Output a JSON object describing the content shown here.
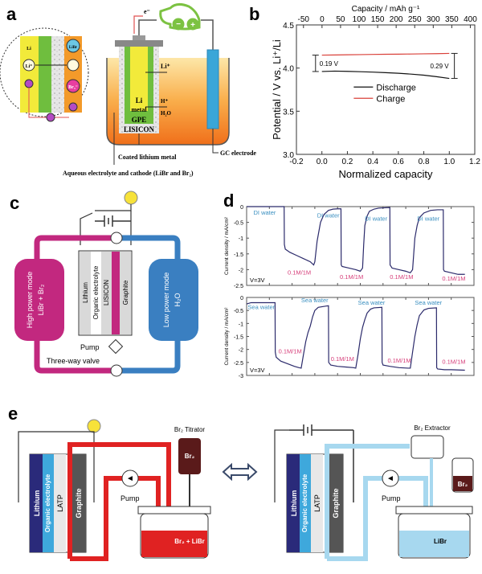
{
  "panel_labels": {
    "a": "a",
    "b": "b",
    "c": "c",
    "d": "d",
    "e": "e"
  },
  "panel_a": {
    "electron": "e⁻",
    "li_ion": "Li⁺",
    "li_metal_line1": "Li",
    "li_metal_line2": "metal",
    "h_ion": "H⁺",
    "water": "H₂O",
    "gpe": "GPE",
    "lisicon": "LISICON",
    "coated_label": "Coated lithium metal",
    "electrolyte_label": "Aqueous electrolyte and cathode (LiBr and Br₂)",
    "gc_label": "GC electrode",
    "inset": {
      "li": "Li",
      "li_plus": "Li⁺",
      "e": "e",
      "libr": "LiBr",
      "br3": "Br₃⁻",
      "plus": "+"
    },
    "colors": {
      "electrolyte_top": "#fde49a",
      "electrolyte_bottom": "#f07a1e",
      "li_yellow": "#f2ea3a",
      "gpe_green": "#6fbe3e",
      "electrode_blue": "#3aa6d8",
      "car_green": "#7cc242"
    }
  },
  "panel_c": {
    "lithium": "Lithium",
    "organic": "Organic electrolyte",
    "lisicon": "LISICON",
    "graphite": "Graphite",
    "high_mode_1": "High power mode",
    "high_mode_2": "LiBr + Br₂",
    "low_mode_1": "Low power mode",
    "low_mode_2": "H₂O",
    "pump": "Pump",
    "valve": "Three-way valve",
    "colors": {
      "magenta": "#c2287f",
      "blue": "#3a7fc1"
    }
  },
  "panel_e": {
    "left": {
      "lithium": "Lithium",
      "organic": "Organic electrolyte",
      "latp": "LATP",
      "graphite": "Graphite",
      "pump": "Pump",
      "titrator": "Br₂ Titrator",
      "bottle": "Br₂",
      "solution": "Br₂ + LiBr"
    },
    "right": {
      "lithium": "Lithium",
      "organic": "Organic electrolyte",
      "latp": "LATP",
      "graphite": "Graphite",
      "pump": "Pump",
      "extractor": "Br₂ Extractor",
      "bottle": "Br₂",
      "solution": "LiBr"
    },
    "colors": {
      "red": "#e02222",
      "lightblue": "#a7d8ef",
      "navy": "#2a2a7a",
      "sky": "#3ea8dc",
      "dark": "#4a4a4a",
      "brown": "#5a1a1a"
    }
  },
  "chart_data": [
    {
      "id": "b",
      "type": "line",
      "title": "",
      "xlabel": "Normalized capacity",
      "ylabel": "Potential / V vs. Li⁺/Li",
      "x2label": "Capacity / mAh g⁻¹",
      "xlim": [
        -0.2,
        1.2
      ],
      "ylim": [
        3.0,
        4.5
      ],
      "x2lim": [
        -69,
        412
      ],
      "xticks": [
        -0.2,
        0.0,
        0.2,
        0.4,
        0.6,
        0.8,
        1.0,
        1.2
      ],
      "xtick_labels": [
        "-0.2",
        "0.0",
        "0.2",
        "0.4",
        "0.6",
        "0.8",
        "1.0",
        "1.2"
      ],
      "yticks": [
        3.0,
        3.5,
        4.0,
        4.5
      ],
      "ytick_labels": [
        "3.0",
        "3.5",
        "4.0",
        "4.5"
      ],
      "x2ticks": [
        -50,
        0,
        50,
        100,
        150,
        200,
        250,
        300,
        350,
        400
      ],
      "x2tick_labels": [
        "-50",
        "0",
        "50",
        "100",
        "150",
        "200",
        "250",
        "300",
        "350",
        "400"
      ],
      "legend": {
        "position": "center",
        "entries": [
          "Discharge",
          "Charge"
        ]
      },
      "series": [
        {
          "name": "Discharge",
          "color": "#111111",
          "x": [
            0.0,
            0.1,
            0.2,
            0.3,
            0.4,
            0.5,
            0.6,
            0.7,
            0.8,
            0.9,
            1.0
          ],
          "y": [
            3.96,
            3.965,
            3.962,
            3.958,
            3.953,
            3.947,
            3.94,
            3.93,
            3.918,
            3.9,
            3.88
          ]
        },
        {
          "name": "Charge",
          "color": "#d9413a",
          "x": [
            0.0,
            0.1,
            0.2,
            0.3,
            0.4,
            0.5,
            0.6,
            0.7,
            0.8,
            0.9,
            1.0
          ],
          "y": [
            4.15,
            4.152,
            4.154,
            4.156,
            4.158,
            4.16,
            4.161,
            4.163,
            4.165,
            4.167,
            4.17
          ]
        }
      ],
      "annotations": [
        {
          "text": "0.19 V",
          "x": -0.05,
          "y_low": 3.96,
          "y_high": 4.15
        },
        {
          "text": "0.29 V",
          "x": 1.04,
          "y_low": 3.88,
          "y_high": 4.17
        }
      ]
    },
    {
      "id": "d-top",
      "type": "line",
      "ylabel": "Current density / mA/cm²",
      "ylim": [
        -2.5,
        0
      ],
      "yticks": [
        0,
        -0.5,
        -1,
        -1.5,
        -2,
        -2.5
      ],
      "ytick_labels": [
        "0",
        "-0.5",
        "-1",
        "-1.5",
        "-2",
        "-2.5"
      ],
      "xlim": [
        0,
        100
      ],
      "xticks": [
        10,
        20,
        30,
        40,
        50,
        60,
        70,
        80,
        90
      ],
      "note": "V=3V",
      "color": "#2b2a6b",
      "series": [
        {
          "name": "current",
          "x": [
            0,
            16.5,
            16.6,
            17,
            19,
            22,
            25,
            28,
            29.5,
            30,
            31,
            32.5,
            34,
            36,
            38,
            40,
            41.5,
            41.6,
            42,
            45,
            48,
            50,
            51,
            51.5,
            52,
            53,
            54,
            56,
            58,
            60,
            63,
            63.1,
            64,
            67,
            70,
            72,
            73,
            73.5,
            74,
            75,
            76,
            78,
            81,
            84,
            86.5,
            86.6,
            87,
            90,
            93,
            96
          ],
          "y": [
            0,
            0,
            -1.2,
            -1.35,
            -1.45,
            -1.55,
            -1.65,
            -1.75,
            -1.85,
            -1.75,
            -1.1,
            -0.5,
            -0.25,
            -0.12,
            -0.08,
            -0.07,
            -0.07,
            -1.85,
            -1.9,
            -1.95,
            -2.0,
            -2.05,
            -1.95,
            -1.2,
            -0.6,
            -0.3,
            -0.15,
            -0.08,
            -0.05,
            -0.04,
            -0.03,
            -1.85,
            -1.95,
            -2.0,
            -2.05,
            -2.1,
            -2.0,
            -1.5,
            -1.0,
            -0.6,
            -0.35,
            -0.2,
            -0.12,
            -0.1,
            -0.1,
            -2.0,
            -2.05,
            -2.1,
            -2.15,
            -2.15
          ]
        }
      ],
      "labels": [
        {
          "text": "DI water",
          "x": 3,
          "y": -0.25,
          "color": "#3a8fc0"
        },
        {
          "text": "DI water",
          "x": 31,
          "y": -0.35,
          "color": "#3a8fc0"
        },
        {
          "text": "DI water",
          "x": 52,
          "y": -0.45,
          "color": "#3a8fc0"
        },
        {
          "text": "DI water",
          "x": 75,
          "y": -0.45,
          "color": "#3a8fc0"
        },
        {
          "text": "0.1M/1M",
          "x": 18,
          "y": -2.15,
          "color": "#d63d79"
        },
        {
          "text": "0.1M/1M",
          "x": 41,
          "y": -2.3,
          "color": "#d63d79"
        },
        {
          "text": "0.1M/1M",
          "x": 63,
          "y": -2.3,
          "color": "#d63d79"
        },
        {
          "text": "0.1M/1M",
          "x": 86,
          "y": -2.35,
          "color": "#d63d79"
        }
      ]
    },
    {
      "id": "d-bottom",
      "type": "line",
      "ylabel": "Current density / mA/cm²",
      "ylim": [
        -3,
        0
      ],
      "yticks": [
        0,
        -0.5,
        -1,
        -1.5,
        -2,
        -2.5,
        -3
      ],
      "ytick_labels": [
        "0",
        "-0.5",
        "-1",
        "-1.5",
        "-2",
        "-2.5",
        "-3"
      ],
      "xlim": [
        0,
        100
      ],
      "xticks": [
        10,
        20,
        30,
        40,
        50,
        60,
        70,
        80,
        90
      ],
      "note": "V=3V",
      "color": "#2b2a6b",
      "series": [
        {
          "name": "current",
          "x": [
            0,
            2,
            12.5,
            12.6,
            13,
            15,
            18,
            21,
            23,
            24,
            25,
            26,
            27,
            28,
            29,
            30,
            31.5,
            35,
            36,
            36.1,
            37,
            40,
            44,
            47,
            48,
            49,
            50,
            51,
            52,
            53,
            54.5,
            56,
            59.5,
            59.6,
            60,
            63,
            67,
            71,
            72,
            73,
            74,
            75,
            76,
            78,
            80,
            83.5,
            83.6,
            84,
            87,
            90,
            96
          ],
          "y": [
            -0.25,
            -0.2,
            -0.2,
            -2.1,
            -2.3,
            -2.45,
            -2.55,
            -2.65,
            -2.7,
            -2.72,
            -2.2,
            -1.7,
            -1.35,
            -1.1,
            -0.75,
            -0.5,
            -0.38,
            -0.33,
            -0.32,
            -2.5,
            -2.6,
            -2.65,
            -2.68,
            -2.7,
            -2.72,
            -2.2,
            -1.6,
            -1.15,
            -0.85,
            -0.6,
            -0.45,
            -0.4,
            -0.38,
            -2.5,
            -2.6,
            -2.65,
            -2.7,
            -2.72,
            -2.72,
            -2.1,
            -1.5,
            -1.05,
            -0.7,
            -0.48,
            -0.42,
            -0.4,
            -2.7,
            -2.75,
            -2.78,
            -2.78,
            -2.8
          ]
        }
      ],
      "labels": [
        {
          "text": "Sea water",
          "x": 0.5,
          "y": -0.45,
          "color": "#3a8fc0"
        },
        {
          "text": "Sea water",
          "x": 24,
          "y": -0.18,
          "color": "#3a8fc0"
        },
        {
          "text": "Sea water",
          "x": 49,
          "y": -0.28,
          "color": "#3a8fc0"
        },
        {
          "text": "Sea water",
          "x": 74,
          "y": -0.28,
          "color": "#3a8fc0"
        },
        {
          "text": "0.1M/1M",
          "x": 14,
          "y": -2.15,
          "color": "#d63d79"
        },
        {
          "text": "0.1M/1M",
          "x": 37,
          "y": -2.45,
          "color": "#d63d79"
        },
        {
          "text": "0.1M/1M",
          "x": 62,
          "y": -2.5,
          "color": "#d63d79"
        },
        {
          "text": "0.1M/1M",
          "x": 86,
          "y": -2.55,
          "color": "#d63d79"
        }
      ]
    }
  ]
}
